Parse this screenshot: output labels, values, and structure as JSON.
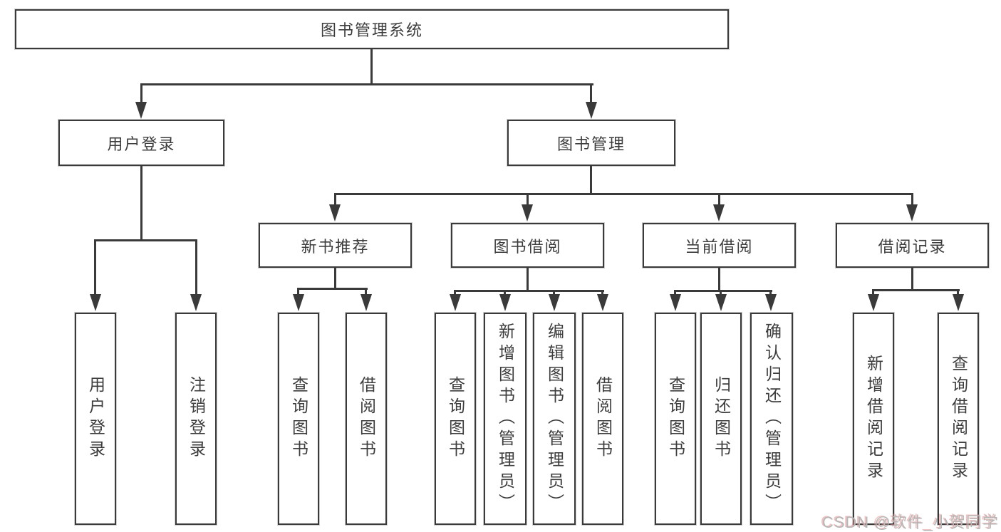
{
  "diagram": {
    "root": {
      "label": "图书管理系统"
    },
    "branches": [
      {
        "label": "用户登录",
        "children": [
          {
            "label": "用户登录"
          },
          {
            "label": "注销登录"
          }
        ]
      },
      {
        "label": "图书管理",
        "children": [
          {
            "label": "新书推荐",
            "children": [
              {
                "label": "查询图书"
              },
              {
                "label": "借阅图书"
              }
            ]
          },
          {
            "label": "图书借阅",
            "children": [
              {
                "label": "查询图书"
              },
              {
                "label": "新增图书（管理员）"
              },
              {
                "label": "编辑图书（管理员）"
              },
              {
                "label": "借阅图书"
              }
            ]
          },
          {
            "label": "当前借阅",
            "children": [
              {
                "label": "查询图书"
              },
              {
                "label": "归还图书"
              },
              {
                "label": "确认归还（管理员）"
              }
            ]
          },
          {
            "label": "借阅记录",
            "children": [
              {
                "label": "新增借阅记录"
              },
              {
                "label": "查询借阅记录"
              }
            ]
          }
        ]
      }
    ]
  },
  "watermark": {
    "text": "CSDN @软件_小贺同学"
  },
  "colors": {
    "line": "#3a3a3a",
    "text": "#3d3d3d",
    "background": "#ffffff",
    "watermark": "#b6b6b6",
    "watermark_accent": "#e18c8c"
  }
}
